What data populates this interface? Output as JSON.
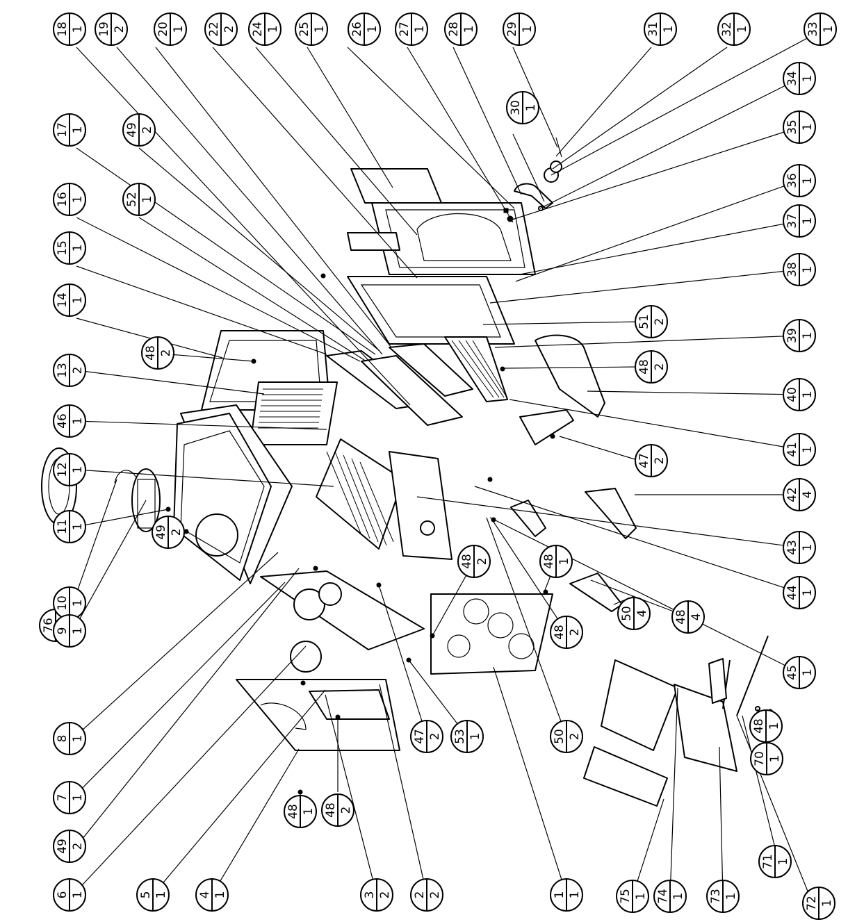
{
  "balloons": [
    {
      "id": "b18",
      "part": "18",
      "qty": "1"
    },
    {
      "id": "b19",
      "part": "19",
      "qty": "2"
    },
    {
      "id": "b20",
      "part": "20",
      "qty": "1"
    },
    {
      "id": "b22",
      "part": "22",
      "qty": "2"
    },
    {
      "id": "b24",
      "part": "24",
      "qty": "1"
    },
    {
      "id": "b25",
      "part": "25",
      "qty": "1"
    },
    {
      "id": "b26",
      "part": "26",
      "qty": "1"
    },
    {
      "id": "b27",
      "part": "27",
      "qty": "1"
    },
    {
      "id": "b28",
      "part": "28",
      "qty": "1"
    },
    {
      "id": "b29",
      "part": "29",
      "qty": "1"
    },
    {
      "id": "b31",
      "part": "31",
      "qty": "1"
    },
    {
      "id": "b32",
      "part": "32",
      "qty": "1"
    },
    {
      "id": "b33",
      "part": "33",
      "qty": "1"
    },
    {
      "id": "b34",
      "part": "34",
      "qty": "1"
    },
    {
      "id": "b35",
      "part": "35",
      "qty": "1"
    },
    {
      "id": "b36",
      "part": "36",
      "qty": "1"
    },
    {
      "id": "b37",
      "part": "37",
      "qty": "1"
    },
    {
      "id": "b38",
      "part": "38",
      "qty": "1"
    },
    {
      "id": "b51",
      "part": "51",
      "qty": "2"
    },
    {
      "id": "b39",
      "part": "39",
      "qty": "1"
    },
    {
      "id": "b48r1",
      "part": "48",
      "qty": "2"
    },
    {
      "id": "b40",
      "part": "40",
      "qty": "1"
    },
    {
      "id": "b41",
      "part": "41",
      "qty": "1"
    },
    {
      "id": "b47r",
      "part": "47",
      "qty": "2"
    },
    {
      "id": "b42",
      "part": "42",
      "qty": "4"
    },
    {
      "id": "b43",
      "part": "43",
      "qty": "1"
    },
    {
      "id": "b44",
      "part": "44",
      "qty": "1"
    },
    {
      "id": "b45",
      "part": "45",
      "qty": "1"
    },
    {
      "id": "b30",
      "part": "30",
      "qty": "1"
    },
    {
      "id": "b17",
      "part": "17",
      "qty": "1"
    },
    {
      "id": "b49a",
      "part": "49",
      "qty": "2"
    },
    {
      "id": "b16",
      "part": "16",
      "qty": "1"
    },
    {
      "id": "b52",
      "part": "52",
      "qty": "1"
    },
    {
      "id": "b15",
      "part": "15",
      "qty": "1"
    },
    {
      "id": "b14",
      "part": "14",
      "qty": "1"
    },
    {
      "id": "b48a",
      "part": "48",
      "qty": "2"
    },
    {
      "id": "b13",
      "part": "13",
      "qty": "2"
    },
    {
      "id": "b46",
      "part": "46",
      "qty": "1"
    },
    {
      "id": "b12",
      "part": "12",
      "qty": "1"
    },
    {
      "id": "b11",
      "part": "11",
      "qty": "1"
    },
    {
      "id": "b49b",
      "part": "49",
      "qty": "2"
    },
    {
      "id": "b76",
      "part": "76",
      "qty": "1"
    },
    {
      "id": "b10",
      "part": "10",
      "qty": "1"
    },
    {
      "id": "b9",
      "part": "9",
      "qty": "1"
    },
    {
      "id": "b8",
      "part": "8",
      "qty": "1"
    },
    {
      "id": "b7",
      "part": "7",
      "qty": "1"
    },
    {
      "id": "b49c",
      "part": "49",
      "qty": "2"
    },
    {
      "id": "b6",
      "part": "6",
      "qty": "1"
    },
    {
      "id": "b5",
      "part": "5",
      "qty": "1"
    },
    {
      "id": "b4",
      "part": "4",
      "qty": "1"
    },
    {
      "id": "b48b",
      "part": "48",
      "qty": "1"
    },
    {
      "id": "b48c",
      "part": "48",
      "qty": "2"
    },
    {
      "id": "b3",
      "part": "3",
      "qty": "2"
    },
    {
      "id": "b2",
      "part": "2",
      "qty": "2"
    },
    {
      "id": "b47b",
      "part": "47",
      "qty": "2"
    },
    {
      "id": "b53",
      "part": "53",
      "qty": "1"
    },
    {
      "id": "b48d",
      "part": "48",
      "qty": "2"
    },
    {
      "id": "b50b",
      "part": "50",
      "qty": "2"
    },
    {
      "id": "b1",
      "part": "1",
      "qty": "1"
    },
    {
      "id": "b48e",
      "part": "48",
      "qty": "1"
    },
    {
      "id": "b48f",
      "part": "48",
      "qty": "2"
    },
    {
      "id": "b50a",
      "part": "50",
      "qty": "4"
    },
    {
      "id": "b48g",
      "part": "48",
      "qty": "4"
    },
    {
      "id": "b75",
      "part": "75",
      "qty": "1"
    },
    {
      "id": "b74",
      "part": "74",
      "qty": "1"
    },
    {
      "id": "b73",
      "part": "73",
      "qty": "1"
    },
    {
      "id": "b48h",
      "part": "48",
      "qty": "1"
    },
    {
      "id": "b70",
      "part": "70",
      "qty": "1"
    },
    {
      "id": "b71",
      "part": "71",
      "qty": "1"
    },
    {
      "id": "b72",
      "part": "72",
      "qty": "1"
    }
  ]
}
